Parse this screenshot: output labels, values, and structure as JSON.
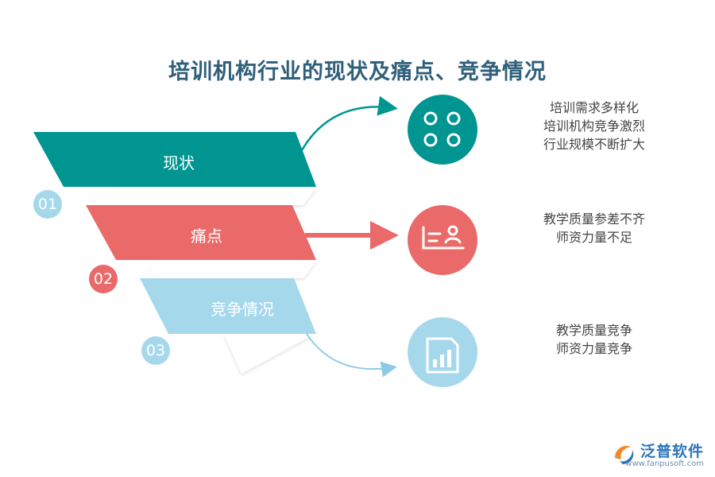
{
  "title": "培训机构行业的现状及痛点、竞争情况",
  "colors": {
    "teal": "#009591",
    "red": "#ea6a6a",
    "blue": "#a6d8ec",
    "title": "#2f5f7a"
  },
  "steps": [
    {
      "number": "01",
      "label": "现状",
      "icon": "grid-circles-icon",
      "lines": [
        "培训需求多样化",
        "培训机构竞争激烈",
        "行业规模不断扩大"
      ]
    },
    {
      "number": "02",
      "label": "痛点",
      "icon": "id-card-icon",
      "lines": [
        "教学质量参差不齐",
        "师资力量不足"
      ]
    },
    {
      "number": "03",
      "label": "竞争情况",
      "icon": "document-chart-icon",
      "lines": [
        "教学质量竞争",
        "师资力量竞争"
      ]
    }
  ],
  "logo": {
    "name": "泛普软件",
    "url": "www.fanpusoft.com"
  }
}
